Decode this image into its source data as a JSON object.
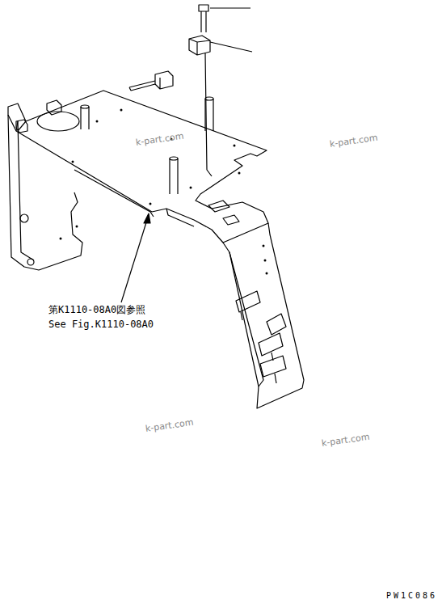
{
  "diagram": {
    "labels": [
      "第K1110-08A0図参照",
      "See Fig.K1110-08A0",
      "k-part.com",
      "k-part.com",
      "k-part.com",
      "k-part.com",
      "PW1C086"
    ]
  }
}
